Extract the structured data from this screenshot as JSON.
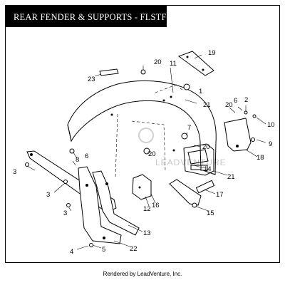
{
  "title": "REAR FENDER & SUPPORTS - FLSTF",
  "footer": "Rendered by LeadVenture, Inc.",
  "watermark": "LEADVENTURE",
  "callouts": {
    "c1": "1",
    "c2": "2",
    "c3a": "3",
    "c3b": "3",
    "c3c": "3",
    "c4": "4",
    "c5": "5",
    "c6a": "6",
    "c6b": "6",
    "c7": "7",
    "c8": "8",
    "c9": "9",
    "c10": "10",
    "c11": "11",
    "c12": "12",
    "c13": "13",
    "c14": "14",
    "c15": "15",
    "c16": "16",
    "c17": "17",
    "c18": "18",
    "c19": "19",
    "c20a": "20",
    "c20b": "20",
    "c20c": "20",
    "c20d": "20",
    "c21a": "21",
    "c21b": "21",
    "c22": "22",
    "c23": "23"
  }
}
